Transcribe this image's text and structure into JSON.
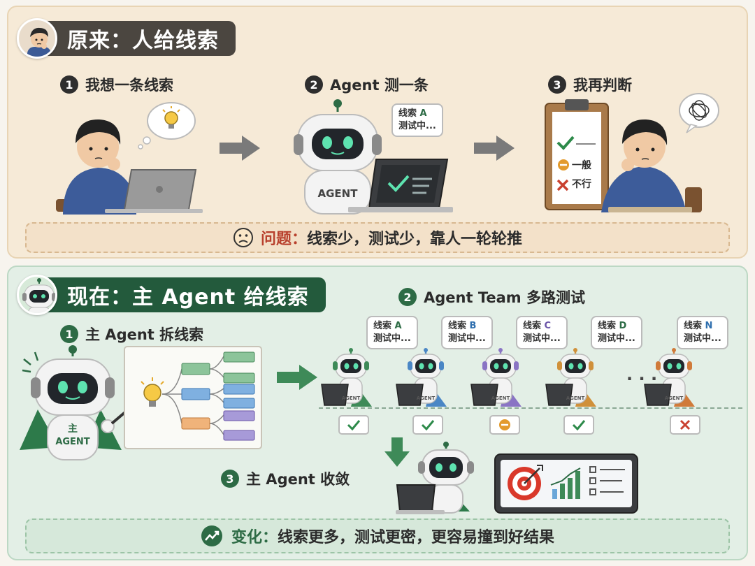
{
  "top": {
    "header": "原来：人给线索",
    "steps": [
      {
        "num": "1",
        "label": "我想一条线索"
      },
      {
        "num": "2",
        "label": "Agent 测一条"
      },
      {
        "num": "3",
        "label": "我再判断"
      }
    ],
    "bubble": {
      "line1_prefix": "线索 ",
      "letter": "A",
      "line2": "测试中..."
    },
    "robot_label": "AGENT",
    "clipboard": {
      "items": [
        "",
        "一般",
        "不行"
      ]
    },
    "problem": {
      "label": "问题：",
      "text": "线索少，测试少，靠人一轮轮推"
    }
  },
  "bottom": {
    "header": "现在：主 Agent 给线索",
    "steps": [
      {
        "num": "1",
        "label": "主 Agent 拆线索"
      },
      {
        "num": "2",
        "label": "Agent Team 多路测试"
      },
      {
        "num": "3",
        "label": "主 Agent 收敛"
      }
    ],
    "main_agent_label": {
      "line1": "主",
      "line2": "AGENT"
    },
    "team_robot_label": "AGENT",
    "team": [
      {
        "prefix": "线索 ",
        "letter": "A",
        "status": "测试中...",
        "result": "check",
        "letter_color": "#2d6b45",
        "accent": "#3e8a58"
      },
      {
        "prefix": "线索 ",
        "letter": "B",
        "status": "测试中...",
        "result": "check",
        "letter_color": "#2f6fae",
        "accent": "#4a86c5"
      },
      {
        "prefix": "线索 ",
        "letter": "C",
        "status": "测试中...",
        "result": "neutral",
        "letter_color": "#6b55a8",
        "accent": "#8a74c4"
      },
      {
        "prefix": "线索 ",
        "letter": "D",
        "status": "测试中...",
        "result": "check",
        "letter_color": "#2d6b45",
        "accent": "#d0903a"
      },
      {
        "prefix": "线索 ",
        "letter": "N",
        "status": "测试中...",
        "result": "cross",
        "letter_color": "#2f6fae",
        "accent": "#d07a3a"
      }
    ],
    "ellipsis": "· · ·",
    "change": {
      "label": "变化：",
      "text": "线索更多，测试更密，更容易撞到好结果"
    }
  },
  "colors": {
    "top_panel": "#f6ead7",
    "bottom_panel": "#e3efe6",
    "top_header": "#4b4640",
    "bottom_header": "#235a3c",
    "check": "#2d8a4a",
    "neutral": "#e39a2c",
    "cross": "#c9402f"
  },
  "icons": [
    "person-avatar-icon",
    "robot-avatar-icon",
    "lightbulb-icon",
    "arrow-right-icon",
    "arrow-down-icon",
    "laptop-icon",
    "clipboard-icon",
    "sad-face-icon",
    "trend-up-icon",
    "target-icon",
    "bar-chart-icon",
    "checklist-icon"
  ]
}
